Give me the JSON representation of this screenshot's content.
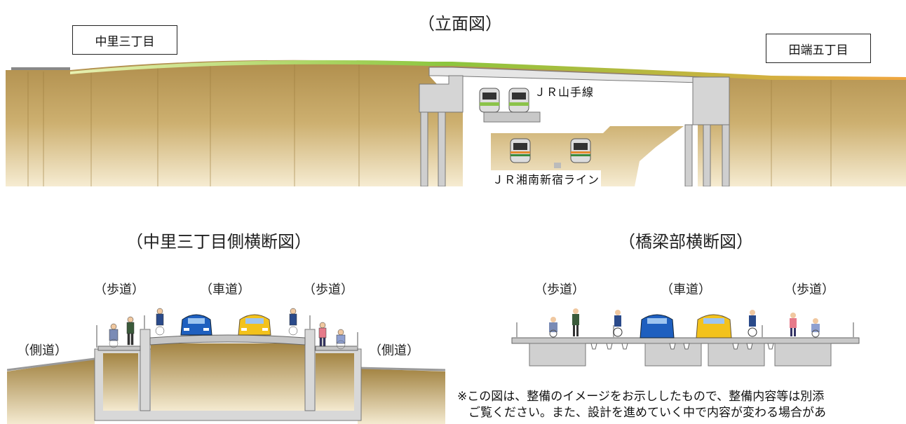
{
  "elevation": {
    "title": "（立面図）",
    "left_place": "中里三丁目",
    "right_place": "田端五丁目",
    "line_upper": "ＪＲ山手線",
    "line_lower": "ＪＲ湘南新宿ライン"
  },
  "cross_left": {
    "title": "（中里三丁目側横断図）",
    "sidewalk_left": "（歩道）",
    "roadway": "（車道）",
    "sidewalk_right": "（歩道）",
    "side_road_left": "（側道）",
    "side_road_right": "（側道）"
  },
  "cross_right": {
    "title": "（橋梁部横断図）",
    "sidewalk_left": "（歩道）",
    "roadway": "（車道）",
    "sidewalk_right": "（歩道）"
  },
  "note": {
    "line1": "※この図は、整備のイメージをお示ししたもので、整備内容等は別添",
    "line2": "ご覧ください。また、設計を進めていく中で内容が変わる場合があ"
  },
  "colors": {
    "ground": "#c9ab67",
    "ground_dark": "#a98a48",
    "concrete": "#d9d9d9",
    "grass": "#9fcf3c",
    "asphalt_orange": "#f2a23a",
    "car_blue": "#1e5fbf",
    "car_yellow": "#f3c21c"
  }
}
